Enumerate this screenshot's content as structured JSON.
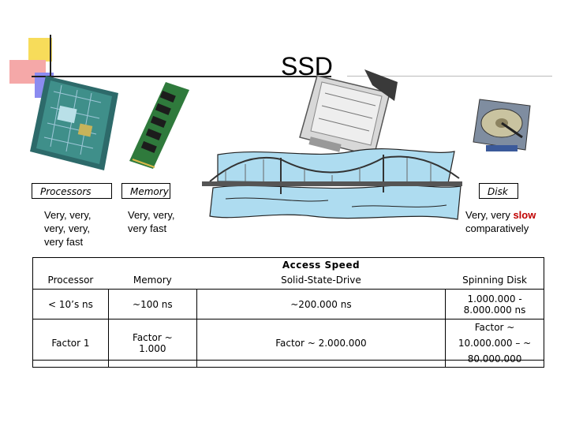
{
  "title": "SSD",
  "labels": {
    "processors": "Processors",
    "memory": "Memory",
    "disk": "Disk"
  },
  "descriptions": {
    "processors": "Very, very, very, very, very fast",
    "memory": "Very, very, very fast",
    "disk_prefix": "Very, very ",
    "disk_slow": "slow",
    "disk_suffix": "comparatively"
  },
  "table": {
    "access_speed_title": "Access Speed",
    "headers": [
      "Processor",
      "Memory",
      "Solid-State-Drive",
      "Spinning Disk"
    ],
    "speed_row": [
      "< 10’s ns",
      "~100 ns",
      "~200.000 ns",
      "1.000.000 - 8.000.000 ns"
    ],
    "factor_row": [
      "Factor 1",
      "Factor ~ 1.000",
      "Factor ~ 2.000.000",
      "Factor ~ 10.000.000 – ~ 80.000.000"
    ]
  },
  "colors": {
    "accent_slow": "#c00000",
    "bridge_water": "#aedcf0"
  },
  "icons": [
    "processor-chip-icon",
    "memory-module-icon",
    "ssd-drive-icon",
    "hard-disk-icon",
    "bridge-illustration"
  ]
}
